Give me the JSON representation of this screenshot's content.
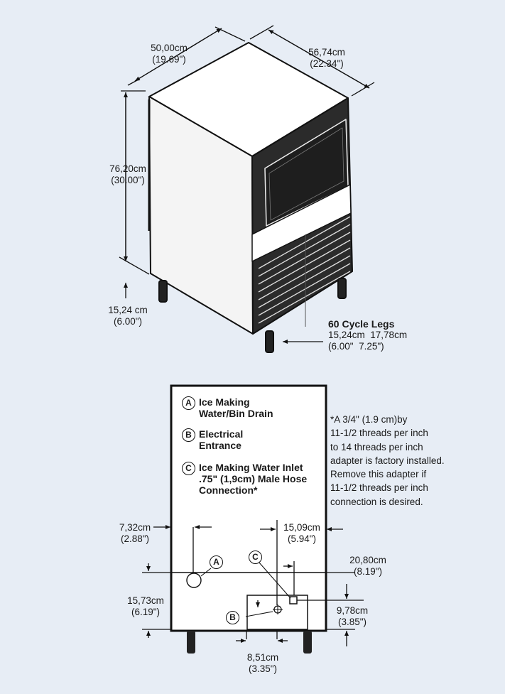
{
  "dimensions": {
    "width": {
      "metric": "50,00cm",
      "imperial": "(19.69\")"
    },
    "depth": {
      "metric": "56,74cm",
      "imperial": "(22.34\")"
    },
    "height": {
      "metric": "76,20cm",
      "imperial": "(30.00\")"
    },
    "leg_height": {
      "metric": "15,24 cm",
      "imperial": "(6.00\")"
    },
    "legs_60_cycle": {
      "title": "60 Cycle Legs",
      "metric": "15,24cm  17,78cm",
      "imperial": "(6.00\"  7.25\")"
    },
    "drain_from_left": {
      "metric": "7,32cm",
      "imperial": "(2.88\")"
    },
    "inlet_from_right": {
      "metric": "15,09cm",
      "imperial": "(5.94\")"
    },
    "drain_height": {
      "metric": "20,80cm",
      "imperial": "(8.19\")"
    },
    "drain_from_bottom": {
      "metric": "15,73cm",
      "imperial": "(6.19\")"
    },
    "inlet_height": {
      "metric": "9,78cm",
      "imperial": "(3.85\")"
    },
    "electrical_from_left": {
      "metric": "8,51cm",
      "imperial": "(3.35\")"
    }
  },
  "legend": [
    {
      "key": "A",
      "lines": [
        "Ice Making",
        "Water/Bin Drain"
      ]
    },
    {
      "key": "B",
      "lines": [
        "Electrical",
        "Entrance"
      ]
    },
    {
      "key": "C",
      "lines": [
        "Ice Making Water Inlet",
        ".75\" (1,9cm) Male Hose",
        "Connection*"
      ]
    }
  ],
  "note": [
    "*A 3/4\" (1.9 cm)by",
    "11-1/2 threads per inch",
    "to 14 threads per inch",
    "adapter is factory installed.",
    "Remove this adapter if",
    "11-1/2 threads per inch",
    "connection is desired."
  ],
  "markers": {
    "a": "A",
    "b": "B",
    "c": "C"
  },
  "colors": {
    "background": "#e7edf5",
    "line": "#111111",
    "panel_dark": "#2b2b2b"
  }
}
